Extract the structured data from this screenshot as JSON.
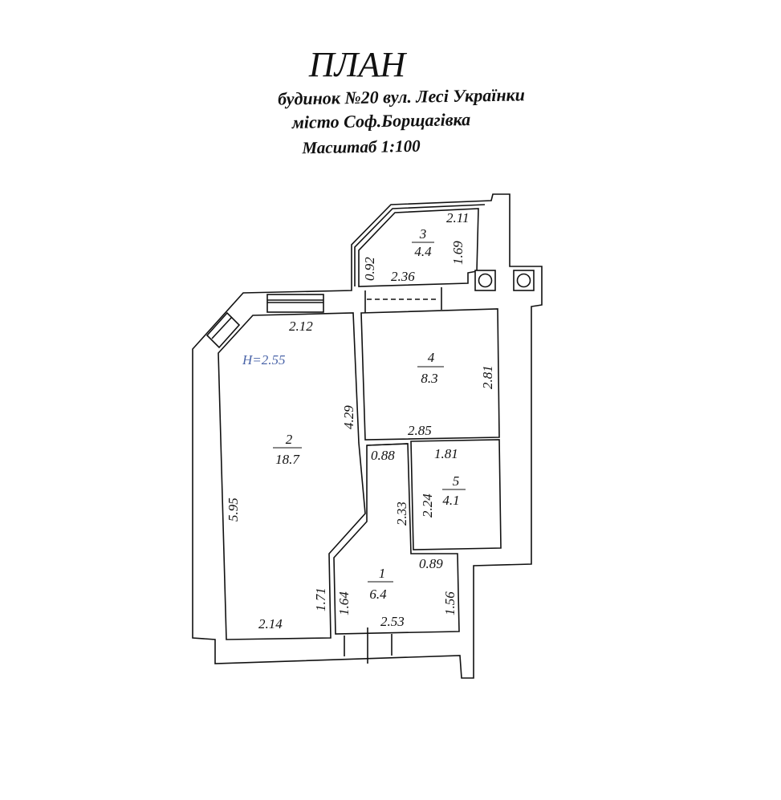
{
  "header": {
    "title": "ПЛАН",
    "address": "будинок №20  вул. Лесі Українки",
    "city": "місто  Соф.Борщагівка",
    "scale": "Масштаб 1:100"
  },
  "ceiling_height": "H=2.55",
  "ceiling_height_color": "#4a64a8",
  "rooms": [
    {
      "number": "1",
      "area": "6.4"
    },
    {
      "number": "2",
      "area": "18.7"
    },
    {
      "number": "3",
      "area": "4.4"
    },
    {
      "number": "4",
      "area": "8.3"
    },
    {
      "number": "5",
      "area": "4.1"
    }
  ],
  "dimensions": {
    "r3_top": "2.11",
    "r3_right": "1.69",
    "r3_left": "0.92",
    "r3_bottom": "2.36",
    "r2_top": "2.12",
    "r2_right": "4.29",
    "r2_left": "5.95",
    "r2_bottom": "2.14",
    "r2_lower_right": "1.71",
    "r4_right": "2.81",
    "r4_bottom": "2.85",
    "r1_top": "0.88",
    "r1_mid": "2.33",
    "r1_step": "0.89",
    "r1_left": "1.64",
    "r1_right": "1.56",
    "r1_bottom": "2.53",
    "r5_top": "1.81",
    "r5_left": "2.24"
  }
}
